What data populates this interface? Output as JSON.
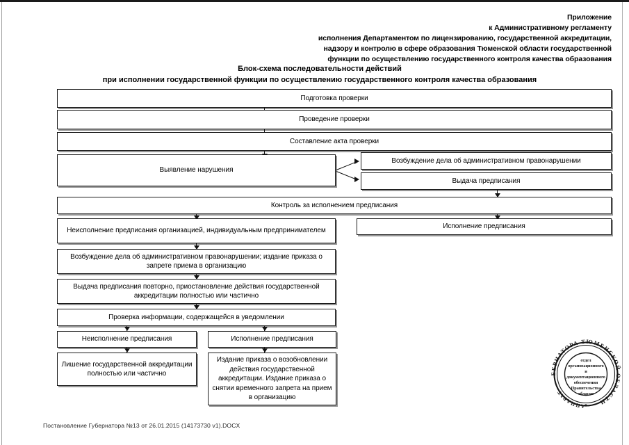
{
  "document": {
    "header_lines": [
      "Приложение",
      "к Административному регламенту",
      "исполнения Департаментом по лицензированию, государственной аккредитации,",
      "надзору и контролю в сфере образования Тюменской области государственной",
      "функции по осуществлению государственного контроля качества образования"
    ],
    "title_lines": [
      "Блок-схема последовательности действий",
      "при исполнении государственной функции по осуществлению государственного контроля качества образования"
    ],
    "footer": "Постановление Губернатора №13 от 26.01.2015 (14173730 v1).DOCX"
  },
  "flowchart": {
    "type": "flowchart",
    "nodes": [
      {
        "id": "n1",
        "label": "Подготовка проверки"
      },
      {
        "id": "n2",
        "label": "Проведение проверки"
      },
      {
        "id": "n3",
        "label": "Составление акта проверки"
      },
      {
        "id": "n4",
        "label": "Выявление нарушения"
      },
      {
        "id": "n5",
        "label": "Возбуждение дела об административном правонарушении"
      },
      {
        "id": "n6",
        "label": "Выдача предписания"
      },
      {
        "id": "n7",
        "label": "Контроль за исполнением предписания"
      },
      {
        "id": "n8",
        "label": "Неисполнение предписания организацией, индивидуальным предпринимателем"
      },
      {
        "id": "n9",
        "label": "Исполнение предписания"
      },
      {
        "id": "n10",
        "label": "Возбуждение дела об административном правонарушении; издание приказа о запрете приема в организацию"
      },
      {
        "id": "n11",
        "label": "Выдача предписания повторно, приостановление действия государственной аккредитации полностью или частично"
      },
      {
        "id": "n12",
        "label": "Проверка информации, содержащейся в уведомлении"
      },
      {
        "id": "n13",
        "label": "Неисполнение предписания"
      },
      {
        "id": "n14",
        "label": "Исполнение предписания"
      },
      {
        "id": "n15",
        "label": "Лишение государственной аккредитации полностью или частично"
      },
      {
        "id": "n16",
        "label": "Издание приказа о возобновлении действия государственной аккредитации. Издание приказа о снятии временного запрета на прием в организацию"
      }
    ],
    "edges": [
      {
        "from": "n1",
        "to": "n2"
      },
      {
        "from": "n2",
        "to": "n3"
      },
      {
        "from": "n3",
        "to": "n4"
      },
      {
        "from": "n4",
        "to": "n5"
      },
      {
        "from": "n4",
        "to": "n6"
      },
      {
        "from": "n6",
        "to": "n7"
      },
      {
        "from": "n7",
        "to": "n8"
      },
      {
        "from": "n7",
        "to": "n9"
      },
      {
        "from": "n8",
        "to": "n10"
      },
      {
        "from": "n10",
        "to": "n11"
      },
      {
        "from": "n11",
        "to": "n12"
      },
      {
        "from": "n12",
        "to": "n13"
      },
      {
        "from": "n12",
        "to": "n14"
      },
      {
        "from": "n13",
        "to": "n15"
      },
      {
        "from": "n14",
        "to": "n16"
      }
    ]
  },
  "seal": {
    "outer_text": "АППАРАТ ГУБЕРНАТОРА ТЮМЕНСКОЙ ОБЛАСТИ",
    "center_lines": [
      "отдел",
      "организационного",
      "и",
      "документационного",
      "обеспечения",
      "Правительства",
      "области"
    ],
    "ink_color": "#151515"
  }
}
